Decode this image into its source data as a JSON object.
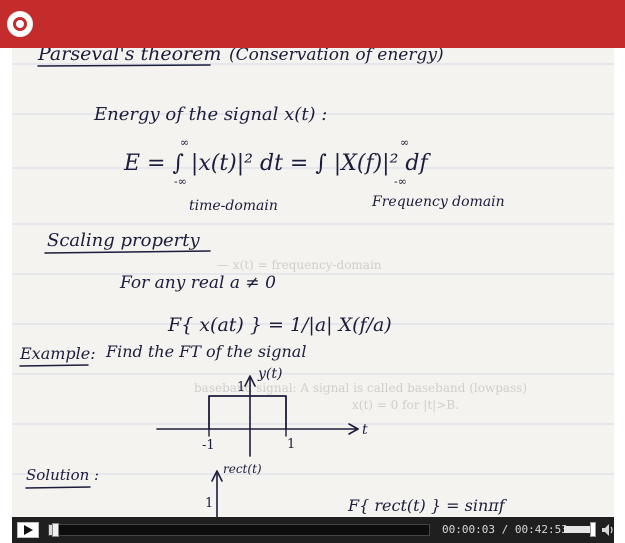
{
  "player": {
    "current_time": "00:00:03",
    "duration": "00:42:53",
    "progress_fraction": 0.0012,
    "volume_fraction": 0.9
  },
  "lecture": {
    "heading": "Parseval's theorem",
    "heading_note": "(Conservation of energy)",
    "energy_label": "Energy of the signal x(t) :",
    "energy_eq": "E = ∫ |x(t)|² dt  =  ∫ |X(f)|² df",
    "time_domain": "time-domain",
    "freq_domain": "Frequency domain",
    "scaling_heading": "Scaling property",
    "scaling_cond": "For any real a ≠ 0",
    "scaling_eq": "F{ x(at) } = 1/|a| X(f/a)",
    "example_label": "Example:",
    "example_text": "Find the FT of the signal",
    "graph_ylabel": "y(t)",
    "graph_one": "1",
    "graph_neg": "-1",
    "graph_pos": "1",
    "graph_t": "t",
    "solution_label": "Solution :",
    "rect_label": "rect(t)",
    "solution_one": "1",
    "solution_tail": "F{ rect(t) } = sinπf"
  },
  "colors": {
    "brand": "#c42b2b",
    "controls": "#1f1f1f"
  }
}
